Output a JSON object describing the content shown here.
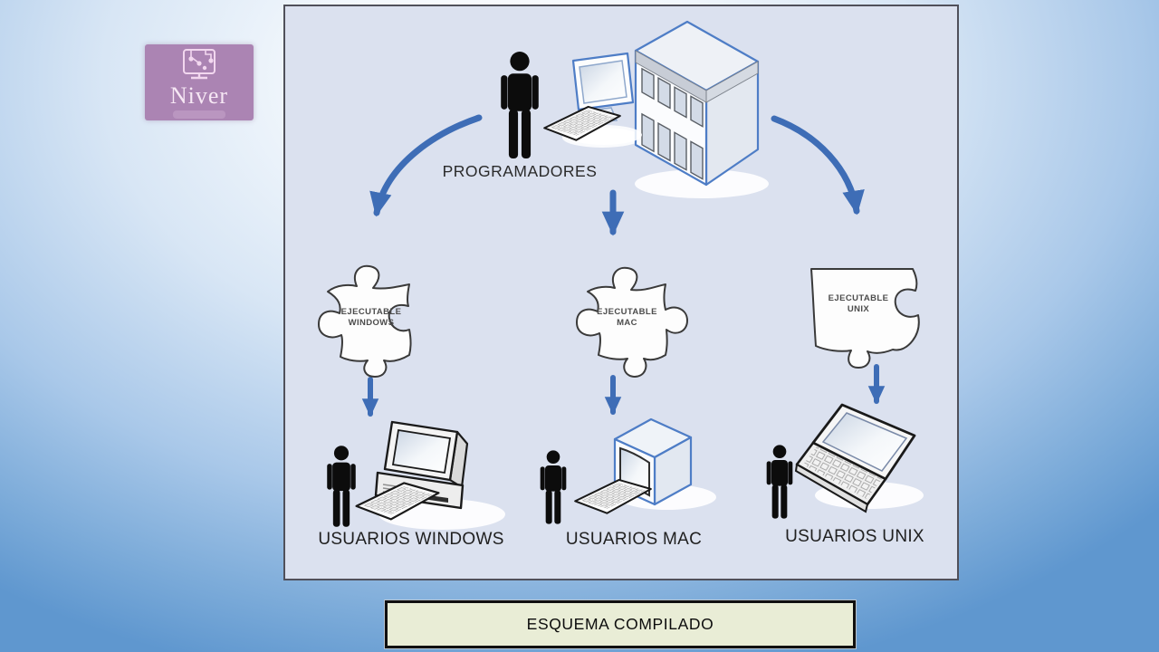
{
  "logo": {
    "title": "Niver",
    "icon": "circuit-monitor-icon",
    "bg_color": "#ab84b3"
  },
  "diagram": {
    "programmers_label": "PROGRAMADORES",
    "executables": [
      {
        "line1": "EJECUTABLE",
        "line2": "WINDOWS"
      },
      {
        "line1": "EJECUTABLE",
        "line2": "MAC"
      },
      {
        "line1": "EJECUTABLE",
        "line2": "UNIX"
      }
    ],
    "users": [
      {
        "label": "USUARIOS WINDOWS"
      },
      {
        "label": "USUARIOS MAC"
      },
      {
        "label": "USUARIOS UNIX"
      }
    ],
    "arrow_color": "#3e6db6",
    "panel_bg": "#dbe1ef"
  },
  "caption": {
    "label": "ESQUEMA COMPILADO",
    "bg_color": "#e9edd6"
  }
}
